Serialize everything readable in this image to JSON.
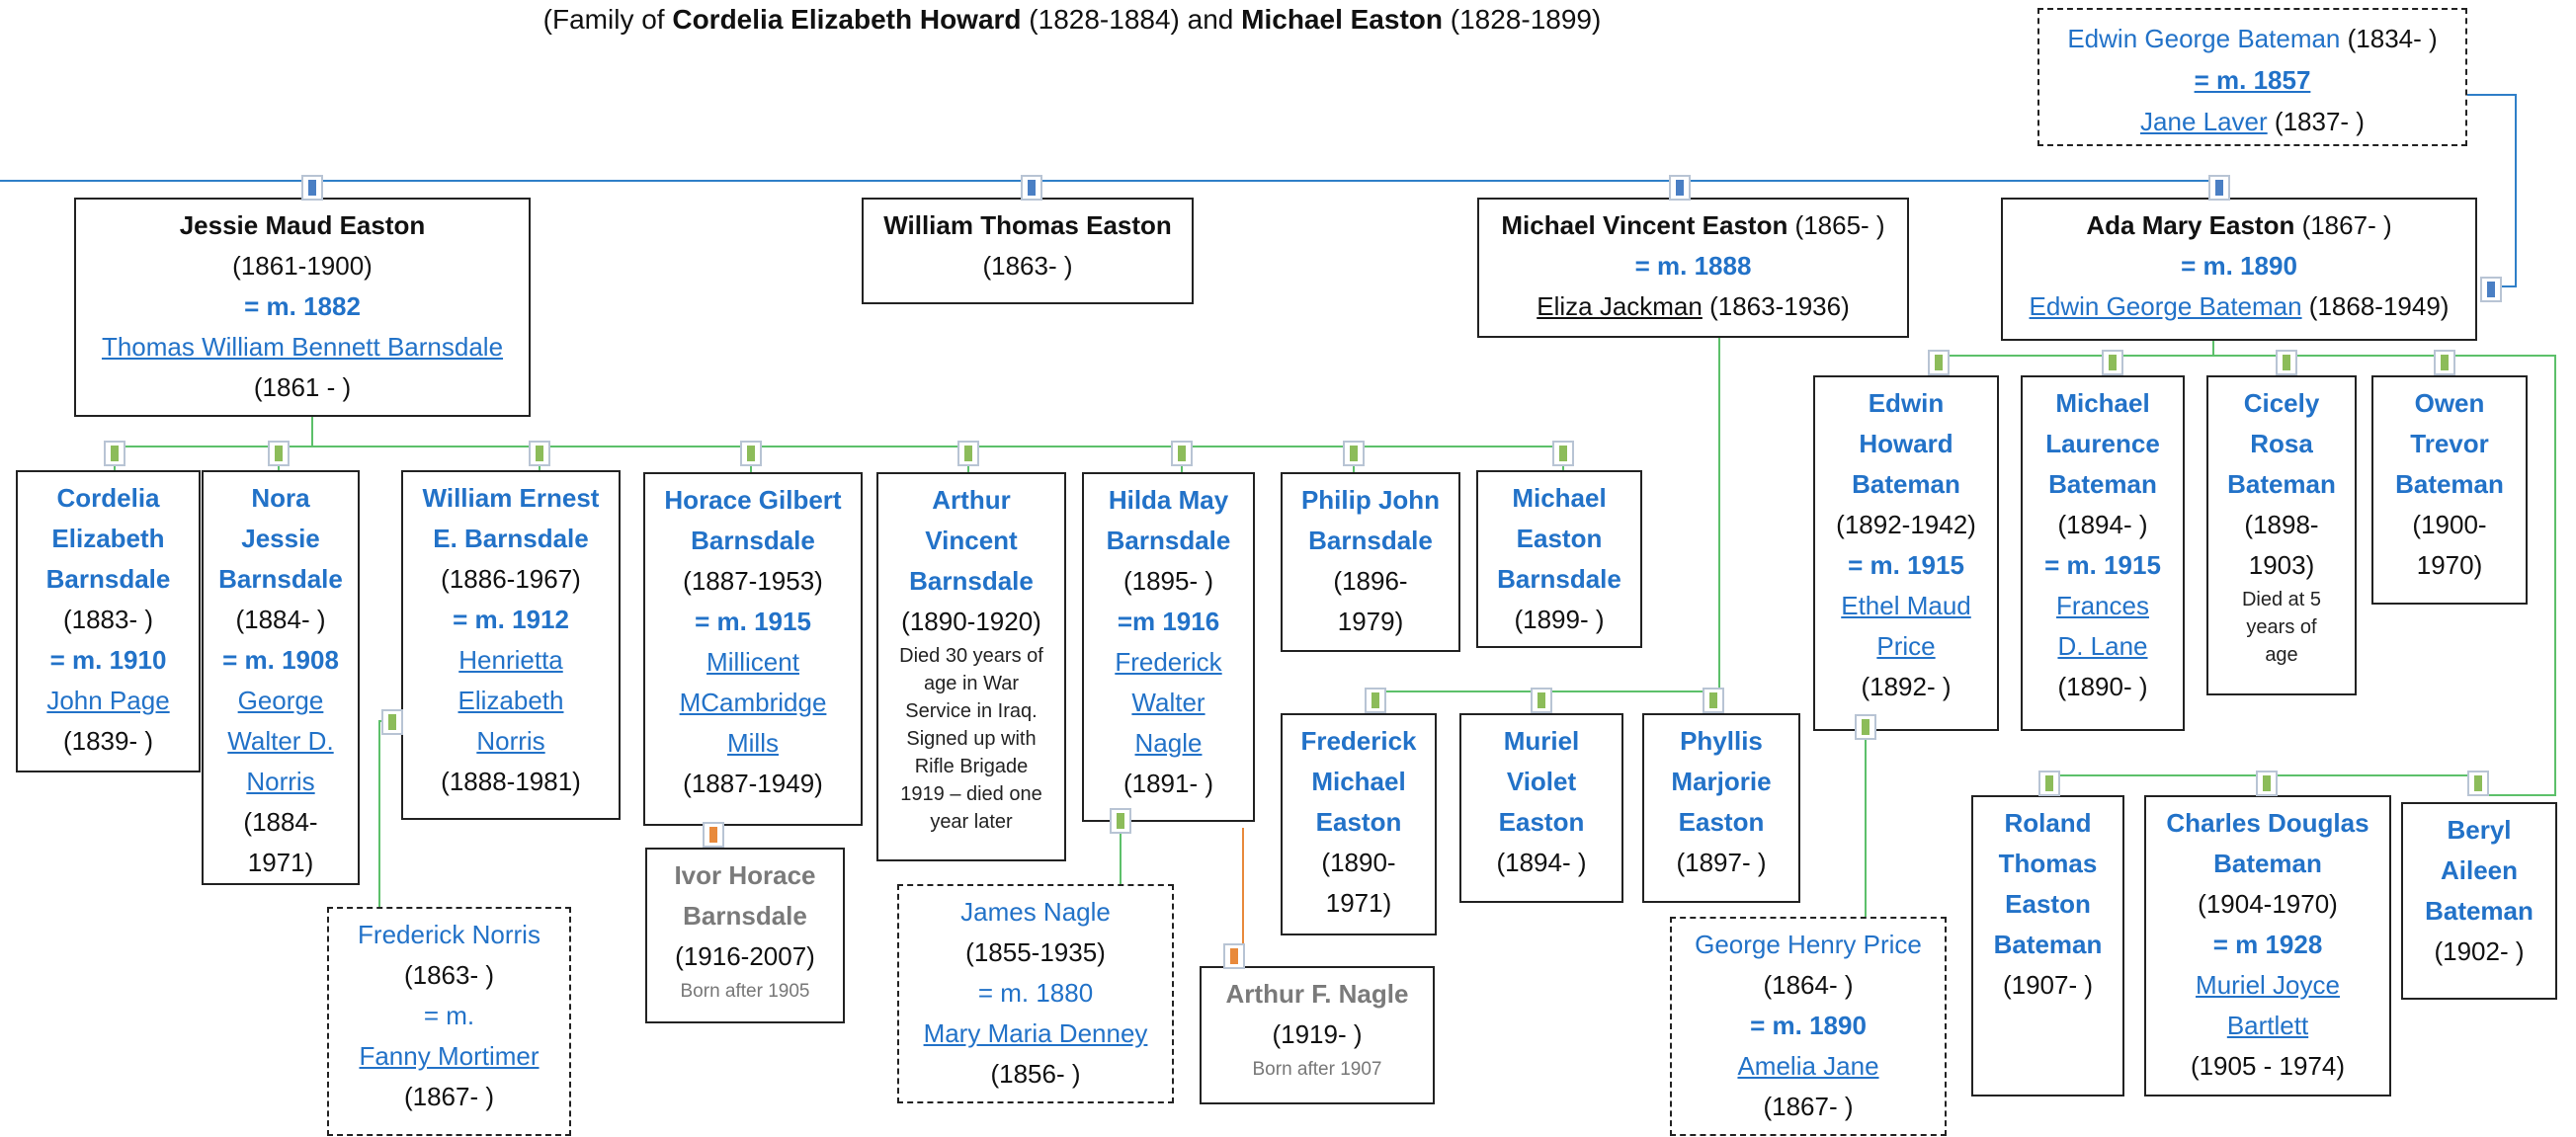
{
  "header": {
    "prefix": "(Family of ",
    "person1": "Cordelia Elizabeth Howard",
    "person1_dates": " (1828-1884) and ",
    "person2": "Michael Easton",
    "person2_dates": " (1828-1899)"
  },
  "bateman_parents": {
    "name": "Edwin George Bateman",
    "dates": " (1834-  )",
    "marriage": "= m.  1857",
    "spouse": "Jane Laver",
    "spouse_dates": " (1837-  )"
  },
  "children": {
    "jessie": {
      "name": "Jessie Maud Easton",
      "dates": "(1861-1900)",
      "marriage": "= m. 1882",
      "spouse": "Thomas William Bennett Barnsdale",
      "spouse_dates": "(1861 -  )"
    },
    "william": {
      "name": "William Thomas Easton",
      "dates": "(1863-  )"
    },
    "michael": {
      "name": "Michael Vincent Easton",
      "dates": " (1865-  )",
      "marriage": "= m. 1888",
      "spouse": "Eliza Jackman",
      "spouse_dates": " (1863-1936)"
    },
    "ada": {
      "name": "Ada Mary Easton",
      "dates": " (1867-  )",
      "marriage": "= m. 1890",
      "spouse": "Edwin George Bateman",
      "spouse_dates": " (1868-1949)"
    }
  },
  "barnsdale": {
    "cordelia": {
      "name1": "Cordelia",
      "name2": "Elizabeth",
      "name3": "Barnsdale",
      "dates": "(1883-  )",
      "marriage": "= m. 1910",
      "spouse": "John Page",
      "spouse_dates": "(1839-  )"
    },
    "nora": {
      "name1": "Nora",
      "name2": "Jessie",
      "name3": "Barnsdale",
      "dates": "(1884- )",
      "marriage": "= m. 1908",
      "spouse1": "George",
      "spouse2": "Walter D.",
      "spouse3": "Norris",
      "spouse_dates1": "(1884-",
      "spouse_dates2": "1971)"
    },
    "william": {
      "name1": "William Ernest",
      "name2": "E. Barnsdale",
      "dates": "(1886-1967)",
      "marriage": "= m. 1912",
      "spouse1": "Henrietta",
      "spouse2": "Elizabeth",
      "spouse3": "Norris",
      "spouse_dates": "(1888-1981)"
    },
    "horace": {
      "name1": "Horace Gilbert",
      "name2": "Barnsdale",
      "dates": "(1887-1953)",
      "marriage": "= m. 1915",
      "spouse1": "Millicent",
      "spouse2": "MCambridge",
      "spouse3": "Mills",
      "spouse_dates": "(1887-1949)"
    },
    "arthur": {
      "name1": "Arthur",
      "name2": "Vincent",
      "name3": "Barnsdale",
      "dates": "(1890-1920)",
      "note1": "Died 30 years of",
      "note2": "age in War",
      "note3": "Service in Iraq.",
      "note4": "Signed up with",
      "note5": "Rifle Brigade",
      "note6": "1919 – died one",
      "note7": "year later"
    },
    "hilda": {
      "name1": "Hilda May",
      "name2": "Barnsdale",
      "dates": "(1895-  )",
      "marriage": "=m 1916",
      "spouse1": "Frederick",
      "spouse2": "Walter",
      "spouse3": "Nagle",
      "spouse_dates": "(1891-  )"
    },
    "philip": {
      "name1": "Philip John",
      "name2": "Barnsdale",
      "dates1": "(1896-",
      "dates2": "1979)"
    },
    "michael": {
      "name1": "Michael",
      "name2": "Easton",
      "name3": "Barnsdale",
      "dates": "(1899-  )"
    }
  },
  "norris_parents": {
    "name": "Frederick Norris",
    "dates": "(1863-  )",
    "marriage": "= m.",
    "spouse": "Fanny Mortimer",
    "spouse_dates": "(1867-  )"
  },
  "ivor": {
    "name1": "Ivor Horace",
    "name2": "Barnsdale",
    "dates": "(1916-2007)",
    "note": "Born after 1905"
  },
  "nagle_parents": {
    "name": "James Nagle",
    "dates": "(1855-1935)",
    "marriage": "= m. 1880",
    "spouse": "Mary Maria Denney",
    "spouse_dates": "(1856-  )"
  },
  "arthur_nagle": {
    "name": "Arthur F. Nagle",
    "dates": "(1919-  )",
    "note": "Born after 1907"
  },
  "easton_grandchildren": {
    "frederick": {
      "name1": "Frederick",
      "name2": "Michael",
      "name3": "Easton",
      "dates1": "(1890-",
      "dates2": "1971)"
    },
    "muriel": {
      "name1": "Muriel",
      "name2": "Violet",
      "name3": "Easton",
      "dates": "(1894-  )"
    },
    "phyllis": {
      "name1": "Phyllis",
      "name2": "Marjorie",
      "name3": "Easton",
      "dates": "(1897-  )"
    }
  },
  "bateman_children": {
    "edwin": {
      "name1": "Edwin",
      "name2": "Howard",
      "name3": "Bateman",
      "dates": "(1892-1942)",
      "marriage": "= m. 1915",
      "spouse1": "Ethel Maud",
      "spouse2": "Price",
      "spouse_dates": "(1892- )"
    },
    "michael": {
      "name1": "Michael",
      "name2": "Laurence",
      "name3": "Bateman",
      "dates": "(1894-  )",
      "marriage": "= m. 1915",
      "spouse1": "Frances",
      "spouse2": "D. Lane",
      "spouse_dates": "(1890-  )"
    },
    "cicely": {
      "name1": "Cicely",
      "name2": "Rosa",
      "name3": "Bateman",
      "dates1": "(1898-",
      "dates2": "1903)",
      "note1": "Died at 5",
      "note2": "years of",
      "note3": "age"
    },
    "owen": {
      "name1": "Owen",
      "name2": "Trevor",
      "name3": "Bateman",
      "dates1": "(1900-",
      "dates2": "1970)"
    },
    "roland": {
      "name1": "Roland",
      "name2": "Thomas",
      "name3": "Easton",
      "name4": "Bateman",
      "dates": "(1907- )"
    },
    "charles": {
      "name1": "Charles Douglas",
      "name2": "Bateman",
      "dates": "(1904-1970)",
      "marriage": "= m 1928",
      "spouse1": "Muriel Joyce",
      "spouse2": "Bartlett",
      "spouse_dates": "(1905 - 1974)"
    },
    "beryl": {
      "name1": "Beryl",
      "name2": "Aileen",
      "name3": "Bateman",
      "dates": "(1902- )"
    }
  },
  "price_parents": {
    "name": "George Henry Price",
    "dates": "(1864-  )",
    "marriage": "= m. 1890",
    "spouse": "Amelia Jane",
    "spouse_dates": "(1867-  )"
  },
  "colors": {
    "blue_link": "#2272c8",
    "connector_blue": "#2f7fc8",
    "connector_green": "#5cc06a",
    "connector_orange": "#e88a3c"
  }
}
